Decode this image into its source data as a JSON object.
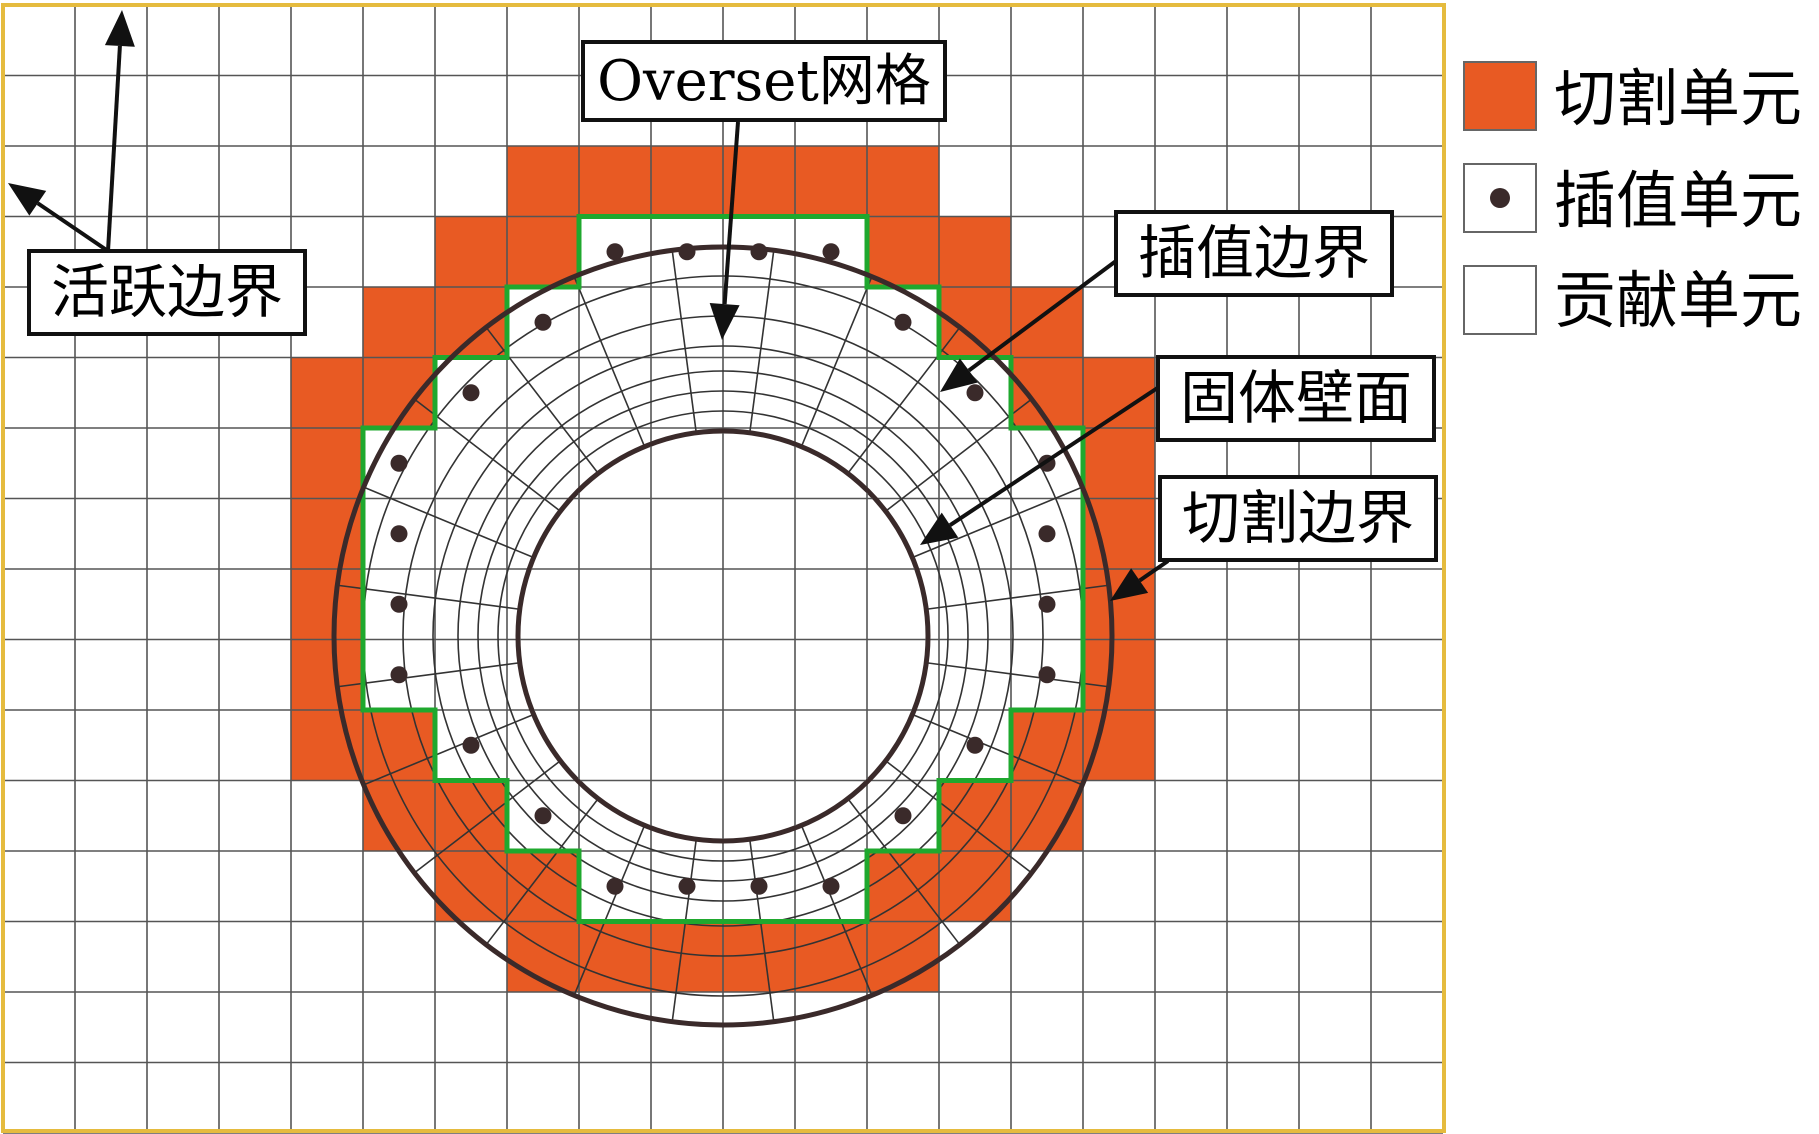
{
  "diagram": {
    "colors": {
      "cut_cell": "#E85A23",
      "frame": "#E5BB3E",
      "grid_line": "#555555",
      "interp_boundary": "#1FA82E",
      "wall": "#3A2A2A",
      "dot": "#3A2A2A",
      "box_border": "#111111",
      "arrow": "#111111"
    },
    "labels": {
      "overset": "Overset网格",
      "active_boundary": "活跃边界",
      "interp_boundary": "插值边界",
      "solid_wall": "固体壁面",
      "cut_boundary": "切割边界"
    },
    "legend": [
      {
        "swatch": "filled",
        "icon": "filled-square-icon",
        "text": "切割单元"
      },
      {
        "swatch": "dot",
        "icon": "dot-square-icon",
        "text": "插值单元"
      },
      {
        "swatch": "empty",
        "icon": "empty-square-icon",
        "text": "贡献单元"
      }
    ]
  }
}
